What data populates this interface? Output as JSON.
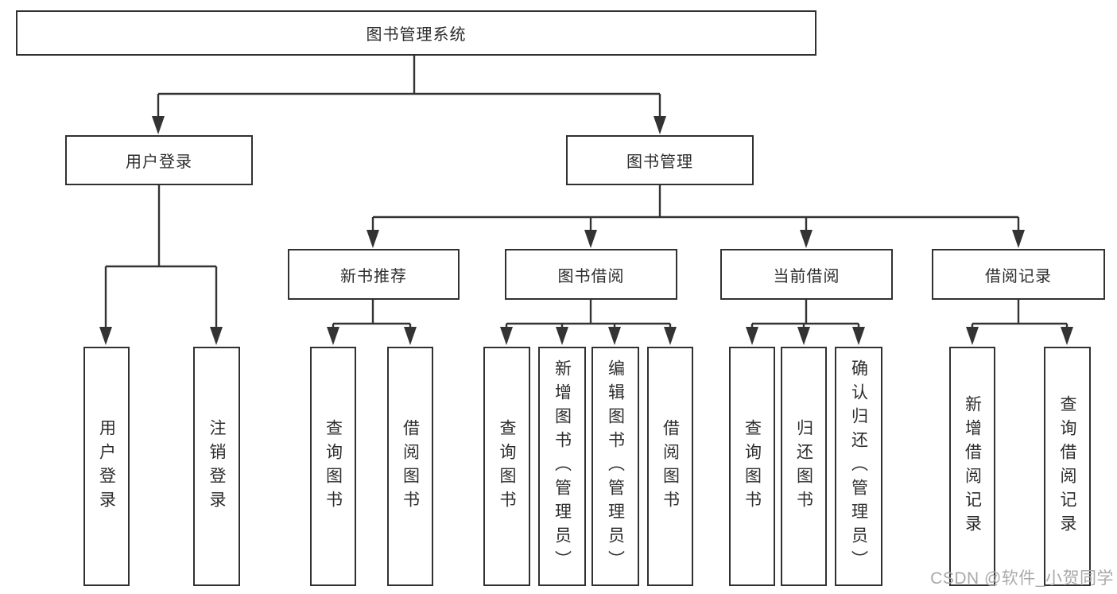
{
  "nodes": {
    "root": "图书管理系统",
    "user_login": "用户登录",
    "book_mgmt": "图书管理",
    "new_book_rec": "新书推荐",
    "book_borrow": "图书借阅",
    "current_borrow": "当前借阅",
    "borrow_record": "借阅记录",
    "ul_login": "用户登录",
    "ul_logout": "注销登录",
    "nbr_query": "查询图书",
    "nbr_borrow": "借阅图书",
    "bb_query": "查询图书",
    "bb_add": "新增图书（管理员）",
    "bb_edit": "编辑图书（管理员）",
    "bb_borrow": "借阅图书",
    "cb_query": "查询图书",
    "cb_return": "归还图书",
    "cb_confirm": "确认归还（管理员）",
    "br_add": "新增借阅记录",
    "br_query": "查询借阅记录"
  },
  "watermark": "CSDN @软件_小贺同学",
  "colors": {
    "line": "#333333",
    "border": "#313131",
    "text": "#2d2d2d",
    "watermark": "#a9a9a9",
    "background": "#ffffff"
  }
}
